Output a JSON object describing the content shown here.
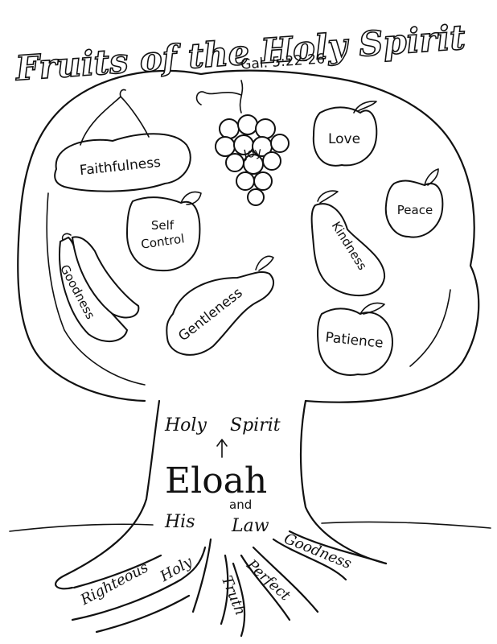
{
  "title": "Fruits of the Holy Spirit",
  "reference": "Gal. 5:22-26",
  "fruits": {
    "faithfulness": "Faithfulness",
    "joy": "Joy",
    "love": "Love",
    "peace": "Peace",
    "self": "Self",
    "control": "Control",
    "kindness": "Kindness",
    "goodness": "Goodness",
    "gentleness": "Gentleness",
    "patience": "Patience"
  },
  "trunk": {
    "holy": "Holy",
    "spirit": "Spirit",
    "eloah": "Eloah",
    "and": "and",
    "his": "His",
    "law": "Law"
  },
  "roots": {
    "righteous": "Righteous",
    "holy": "Holy",
    "truth": "Truth",
    "perfect": "Perfect",
    "goodness": "Goodness"
  }
}
